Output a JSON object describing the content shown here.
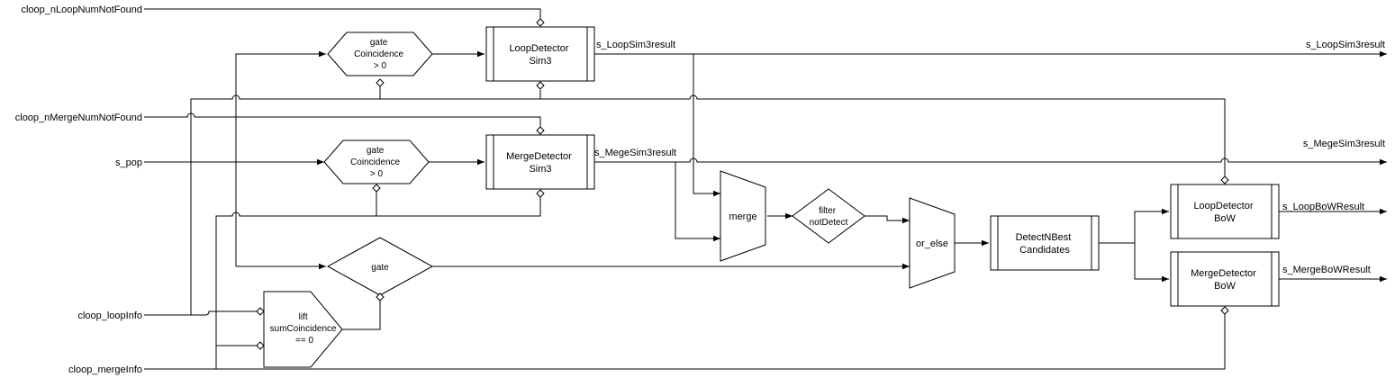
{
  "inputs": {
    "loop_num_not_found": "cloop_nLoopNumNotFound",
    "merge_num_not_found": "cloop_nMergeNumNotFound",
    "pop": "s_pop",
    "loop_info": "cloop_loopInfo",
    "merge_info": "cloop_mergeInfo"
  },
  "nodes": {
    "gate_loop": [
      "gate",
      "Coincidence",
      "> 0"
    ],
    "gate_merge": [
      "gate",
      "Coincidence",
      "> 0"
    ],
    "gate_plain": [
      "gate"
    ],
    "loop_sim3": [
      "LoopDetector",
      "Sim3"
    ],
    "merge_sim3": [
      "MergeDetector",
      "Sim3"
    ],
    "merge": [
      "merge"
    ],
    "filter": [
      "filter",
      "notDetect"
    ],
    "or_else": [
      "or_else"
    ],
    "detect_nbest": [
      "DetectNBest",
      "Candidates"
    ],
    "loop_bow": [
      "LoopDetector",
      "BoW"
    ],
    "merge_bow": [
      "MergeDetector",
      "BoW"
    ],
    "lift": [
      "lift",
      "sumCoincidence",
      "== 0"
    ]
  },
  "edge_labels": {
    "loop_sim3_result": "s_LoopSim3result",
    "merge_sim3_result": "s_MegeSim3result"
  },
  "outputs": {
    "loop_sim3": "s_LoopSim3result",
    "merge_sim3": "s_MegeSim3result",
    "loop_bow": "s_LoopBoWResult",
    "merge_bow": "s_MergeBoWResult"
  }
}
